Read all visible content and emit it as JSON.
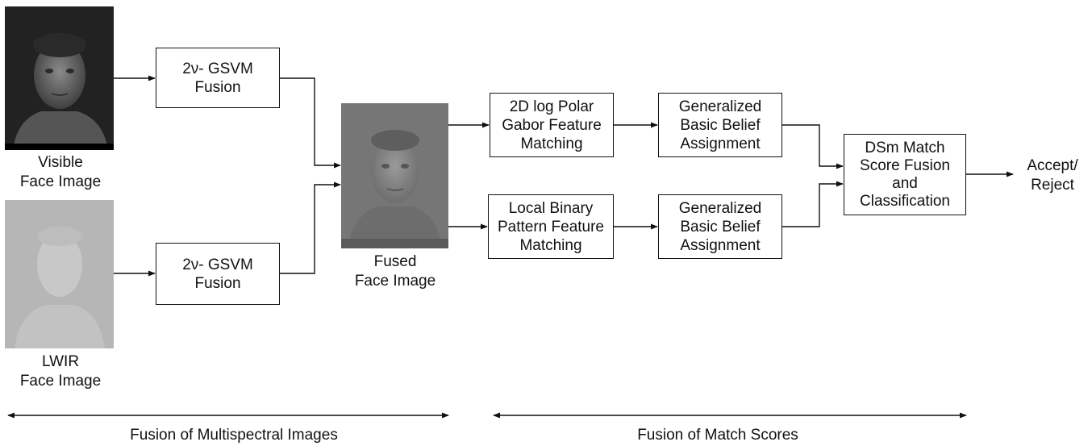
{
  "images": {
    "visible": {
      "label": "Visible\nFace Image"
    },
    "lwir": {
      "label": "LWIR\nFace Image"
    },
    "fused": {
      "label": "Fused\nFace Image"
    }
  },
  "boxes": {
    "gsvm_top": "2ν- GSVM\nFusion",
    "gsvm_bottom": "2ν- GSVM\nFusion",
    "gabor": "2D log Polar\nGabor Feature\nMatching",
    "lbp": "Local Binary\nPattern Feature\nMatching",
    "gbba_top": "Generalized\nBasic Belief\nAssignment",
    "gbba_bottom": "Generalized\nBasic Belief\nAssignment",
    "dsm": "DSm Match\nScore Fusion\nand\nClassification"
  },
  "output_label": "Accept/\nReject",
  "spans": {
    "multispectral": "Fusion of Multispectral Images",
    "match_scores": "Fusion of Match Scores"
  }
}
